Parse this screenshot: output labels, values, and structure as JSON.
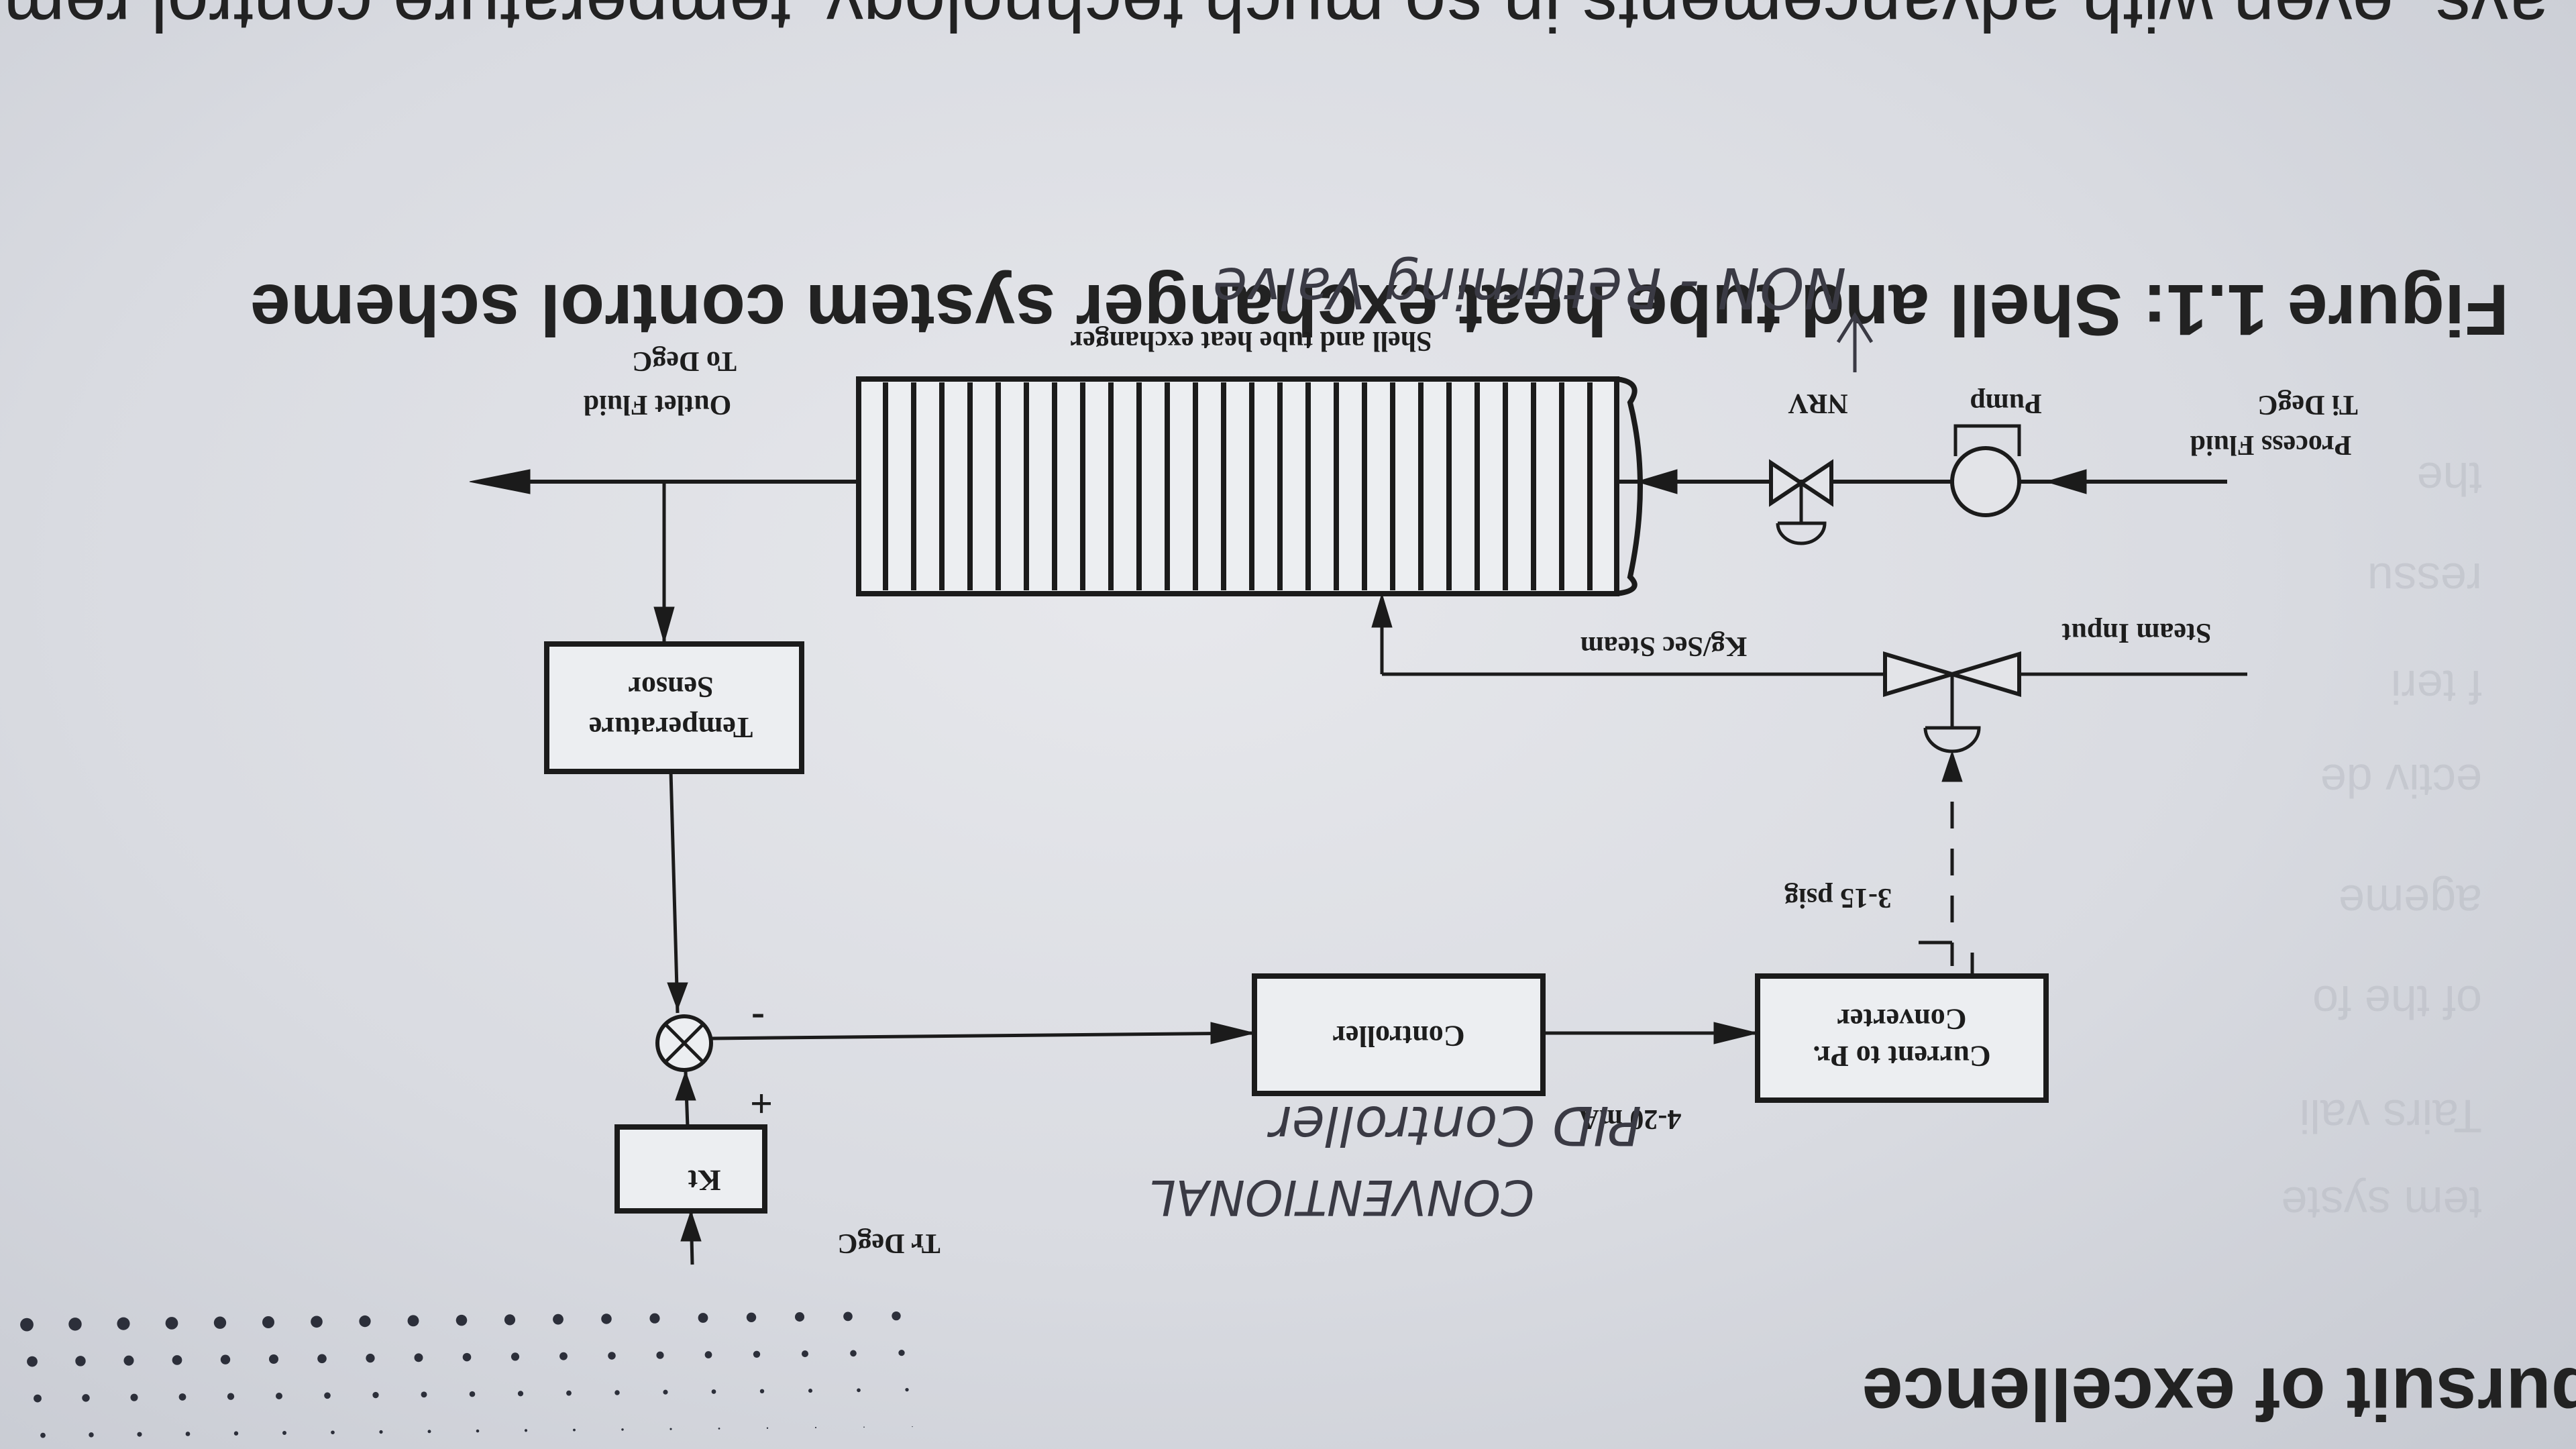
{
  "page": {
    "top_text": "ays, even with advancements in so much technology, temperature control remains",
    "bottom_heading": "pursuit of excellence",
    "caption": "Figure 1.1: Shell and tube heat exchanger system control scheme"
  },
  "diagram": {
    "blocks": {
      "kt": "Kt",
      "current_to_pr_line1": "Current to Pr.",
      "current_to_pr_line2": "Converter",
      "controller": "Controller",
      "temperature_sensor_line1": "Temperature",
      "temperature_sensor_line2": "Sensor"
    },
    "labels": {
      "setpoint": "Tr DegC",
      "signal_ma": "4-20 mA",
      "signal_psig": "3-15 psig",
      "steam_input": "Steam Input",
      "steam_flow": "Kg/Sec Steam",
      "process_fluid_line1": "Process Fluid",
      "process_fluid_line2": "Ti DegC",
      "pump": "Pump",
      "nrv": "NRV",
      "exchanger": "Shell and tube heat exchanger",
      "outlet_line1": "Outlet Fluid",
      "outlet_line2": "To DegC",
      "plus": "+",
      "minus": "-"
    },
    "handwritten": {
      "pid_line1": "CONVENTIONAL",
      "pid_line2": "PID Controller",
      "nrv_note": "NON - Returning Valve"
    }
  }
}
